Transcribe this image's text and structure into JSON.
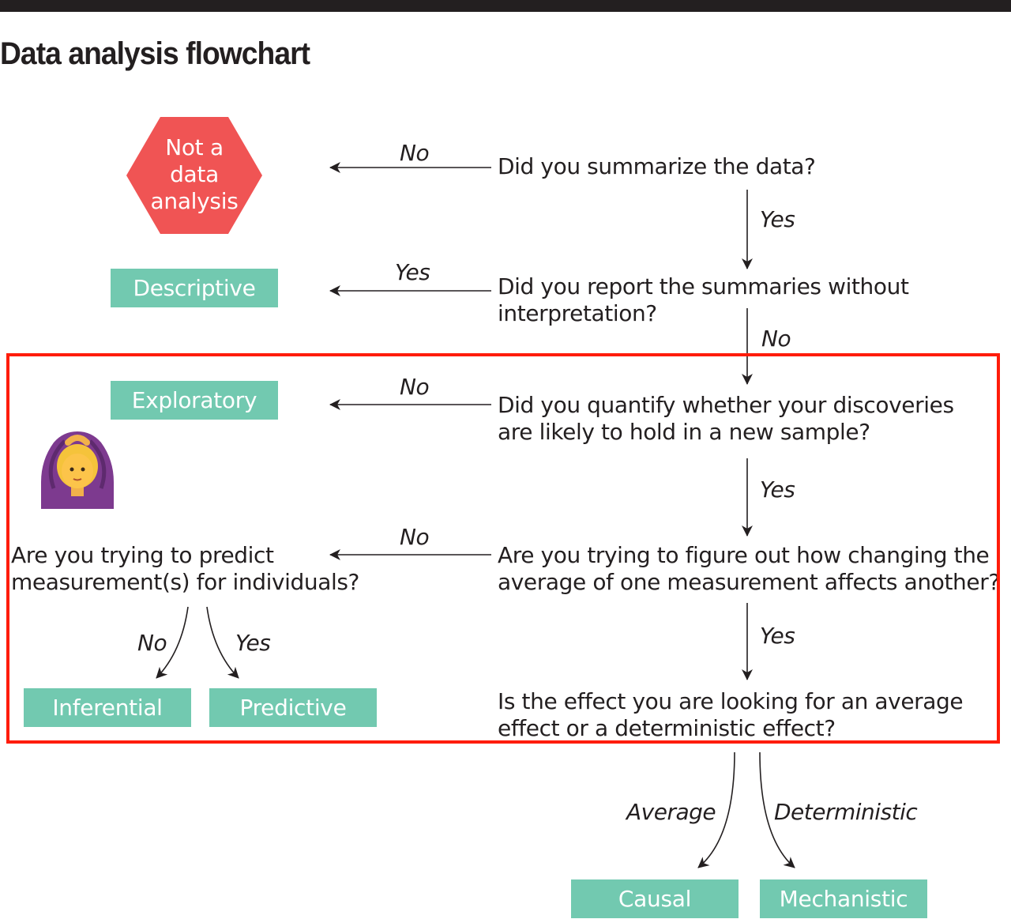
{
  "title": "Data analysis flowchart",
  "start_node": {
    "lines": [
      "Not a",
      "data",
      "analysis"
    ],
    "color": "#f05454"
  },
  "questions": {
    "q1": [
      "Did you summarize the data?"
    ],
    "q2": [
      "Did you report the summaries without",
      "interpretation?"
    ],
    "q3": [
      "Did you quantify whether your discoveries",
      "are likely to hold in a new sample?"
    ],
    "q4": [
      "Are you trying to figure out how changing the",
      "average of one measurement affects another?"
    ],
    "q5": [
      "Is the effect you are looking for an average",
      "effect or a deterministic effect?"
    ],
    "q6": [
      "Are you trying to predict",
      "measurement(s) for individuals?"
    ]
  },
  "edge_labels": {
    "q1_left": "No",
    "q1_down": "Yes",
    "q2_left": "Yes",
    "q2_down": "No",
    "q3_left": "No",
    "q3_down": "Yes",
    "q4_left": "No",
    "q4_down": "Yes",
    "q6_left": "No",
    "q6_right": "Yes",
    "q5_left": "Average",
    "q5_right": "Deterministic"
  },
  "outcomes": {
    "descriptive": "Descriptive",
    "exploratory": "Exploratory",
    "inferential": "Inferential",
    "predictive": "Predictive",
    "causal": "Causal",
    "mechanistic": "Mechanistic"
  },
  "colors": {
    "outcome": "#72c9b0",
    "highlight": "#ff1c0a",
    "text": "#231f20"
  },
  "emoji": "woman-gesturing-ok-emoji"
}
